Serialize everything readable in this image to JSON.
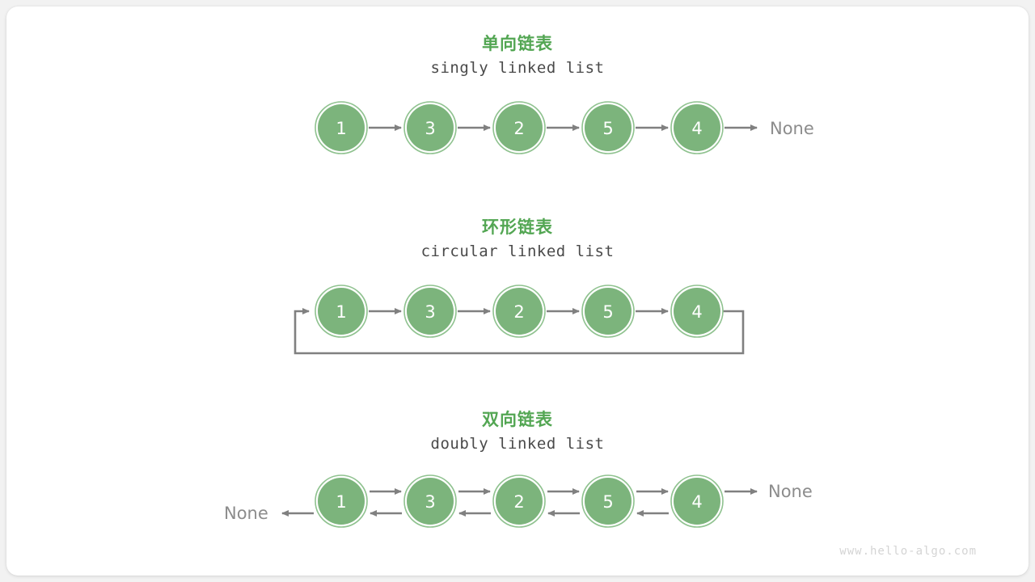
{
  "watermark": "www.hello-algo.com",
  "colors": {
    "node_fill": "#7cb47c",
    "node_ring": "#8fc28f",
    "node_gap": "#ffffff",
    "arrow": "#808080",
    "title_green": "#53a653",
    "subtitle_gray": "#4a4a4a",
    "none_gray": "#8c8c8c",
    "page_background": "#f2f2f2",
    "card_background": "#ffffff",
    "watermark_gray": "#d4d4d4"
  },
  "sections": [
    {
      "id": "singly-linked-list",
      "title_cn": "单向链表",
      "title_en": "singly linked list",
      "nodes": [
        "1",
        "3",
        "2",
        "5",
        "4"
      ],
      "tail_label": "None",
      "head_label": null,
      "kind": "singly"
    },
    {
      "id": "circular-linked-list",
      "title_cn": "环形链表",
      "title_en": "circular linked list",
      "nodes": [
        "1",
        "3",
        "2",
        "5",
        "4"
      ],
      "tail_label": null,
      "head_label": null,
      "kind": "circular"
    },
    {
      "id": "doubly-linked-list",
      "title_cn": "双向链表",
      "title_en": "doubly linked list",
      "nodes": [
        "1",
        "3",
        "2",
        "5",
        "4"
      ],
      "tail_label": "None",
      "head_label": "None",
      "kind": "doubly"
    }
  ]
}
